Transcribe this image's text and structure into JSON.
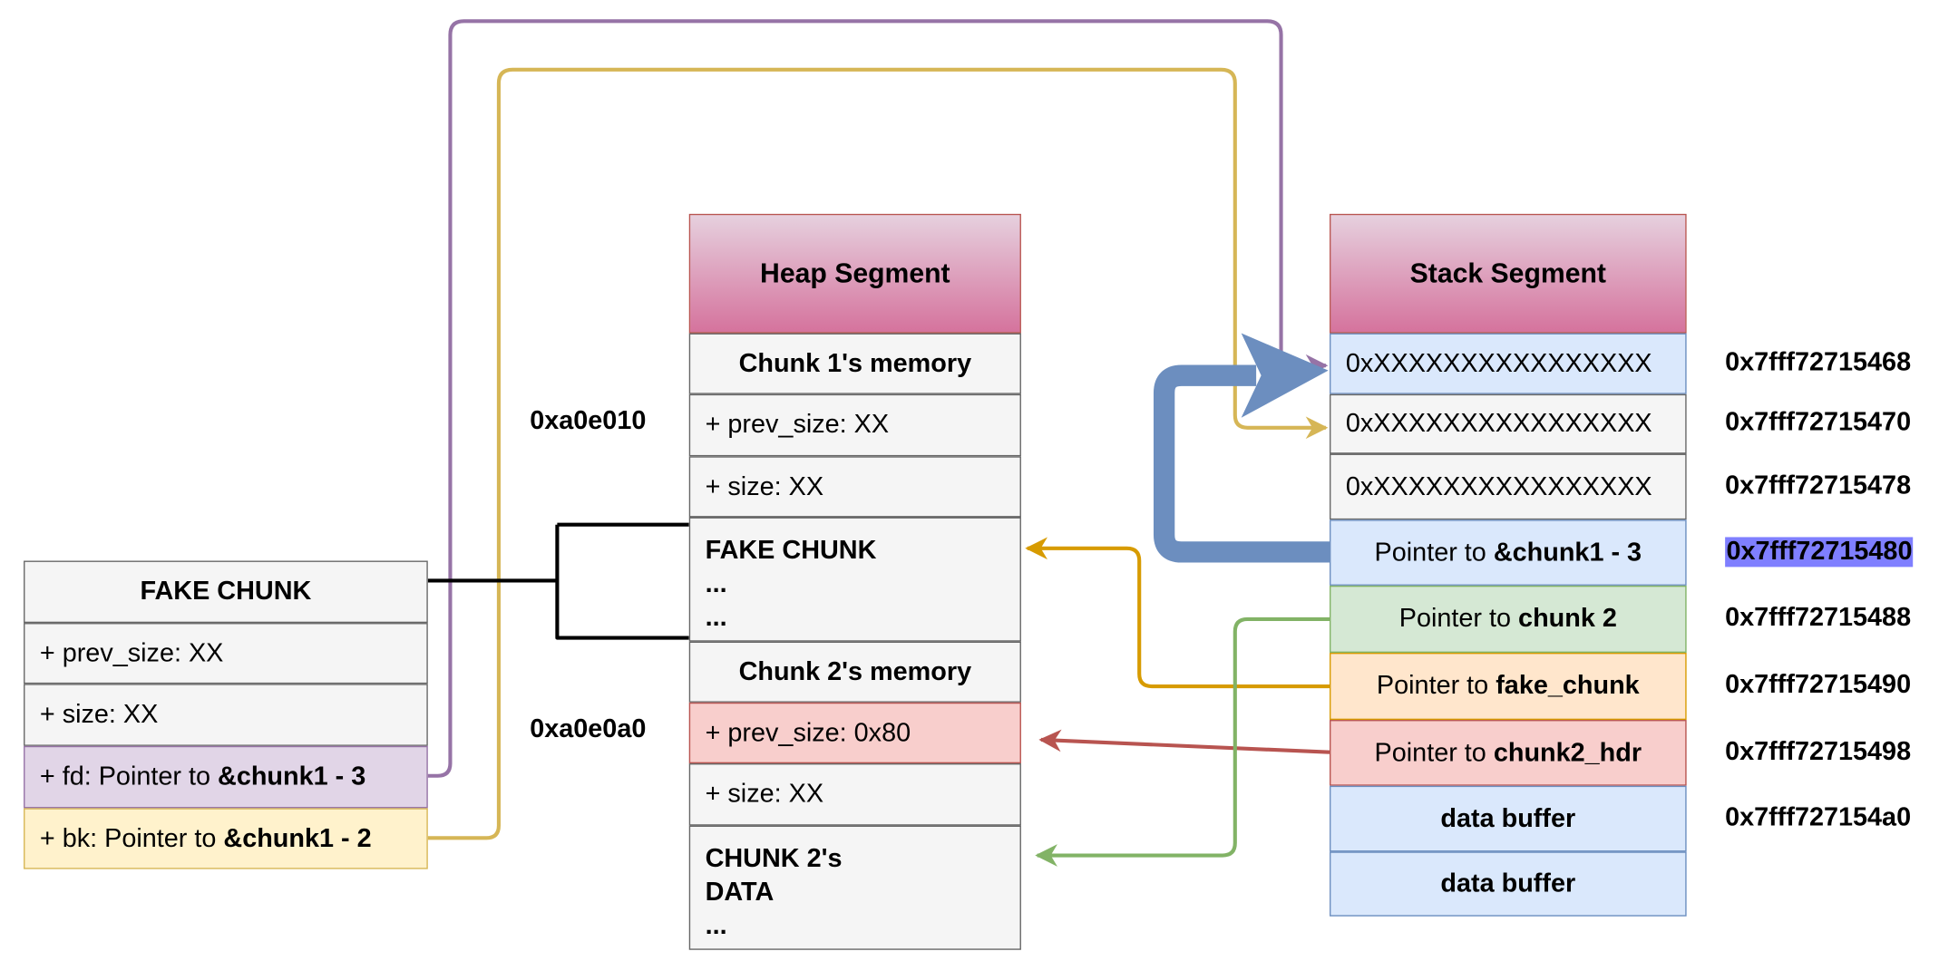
{
  "heap": {
    "title": "Heap Segment",
    "rows": [
      {
        "plain": "",
        "bold": "Chunk 1's memory",
        "style": "gray"
      },
      {
        "plain": "+ prev_size: XX",
        "bold": "",
        "style": "gray"
      },
      {
        "plain": "+ size: XX",
        "bold": "",
        "style": "gray"
      },
      {
        "plain": "",
        "bold": "FAKE CHUNK\n...\n...",
        "style": "gray"
      },
      {
        "plain": "",
        "bold": "Chunk 2's memory",
        "style": "gray"
      },
      {
        "plain": "+ prev_size: 0x80",
        "bold": "",
        "style": "red"
      },
      {
        "plain": "+ size: XX",
        "bold": "",
        "style": "gray"
      },
      {
        "plain": "",
        "bold": "CHUNK 2's\nDATA\n...",
        "style": "gray"
      }
    ],
    "addresses": [
      {
        "text": "0xa0e010",
        "row": 1
      },
      {
        "text": "0xa0e0a0",
        "row": 5
      }
    ]
  },
  "stack": {
    "title": "Stack Segment",
    "rows": [
      {
        "plain": "0xXXXXXXXXXXXXXXXX",
        "bold": "",
        "style": "blue",
        "address": "0x7fff72715468",
        "highlight": false
      },
      {
        "plain": "0xXXXXXXXXXXXXXXXX",
        "bold": "",
        "style": "gray",
        "address": "0x7fff72715470",
        "highlight": false
      },
      {
        "plain": "0xXXXXXXXXXXXXXXXX",
        "bold": "",
        "style": "gray",
        "address": "0x7fff72715478",
        "highlight": false
      },
      {
        "plain": "Pointer to ",
        "bold": "&chunk1 - 3",
        "style": "blue",
        "address": "0x7fff72715480",
        "highlight": true
      },
      {
        "plain": "Pointer to ",
        "bold": "chunk 2",
        "style": "green",
        "address": "0x7fff72715488",
        "highlight": false
      },
      {
        "plain": "Pointer to ",
        "bold": "fake_chunk",
        "style": "orange",
        "address": "0x7fff72715490",
        "highlight": false
      },
      {
        "plain": "Pointer to ",
        "bold": "chunk2_hdr",
        "style": "red",
        "address": "0x7fff72715498",
        "highlight": false
      },
      {
        "plain": "",
        "bold": "data buffer",
        "style": "blue",
        "address": "0x7fff727154a0",
        "highlight": false
      },
      {
        "plain": "",
        "bold": "data buffer",
        "style": "blue",
        "address": "",
        "highlight": false
      }
    ]
  },
  "fake_chunk": {
    "title": "FAKE CHUNK",
    "rows": [
      {
        "plain": "+ prev_size: XX",
        "bold": "",
        "style": "gray"
      },
      {
        "plain": "+ size: XX",
        "bold": "",
        "style": "gray"
      },
      {
        "plain": "+ fd: Pointer to ",
        "bold": "&chunk1 - 3",
        "style": "purple"
      },
      {
        "plain": "+ bk: Pointer to ",
        "bold": "&chunk1 - 2",
        "style": "yellow"
      }
    ]
  },
  "colors": {
    "purple": "#9673a6",
    "yellow": "#d6b656",
    "orange": "#d79b00",
    "red": "#b85450",
    "green": "#82b366",
    "blue": "#6c8ebf",
    "black": "#000000"
  }
}
